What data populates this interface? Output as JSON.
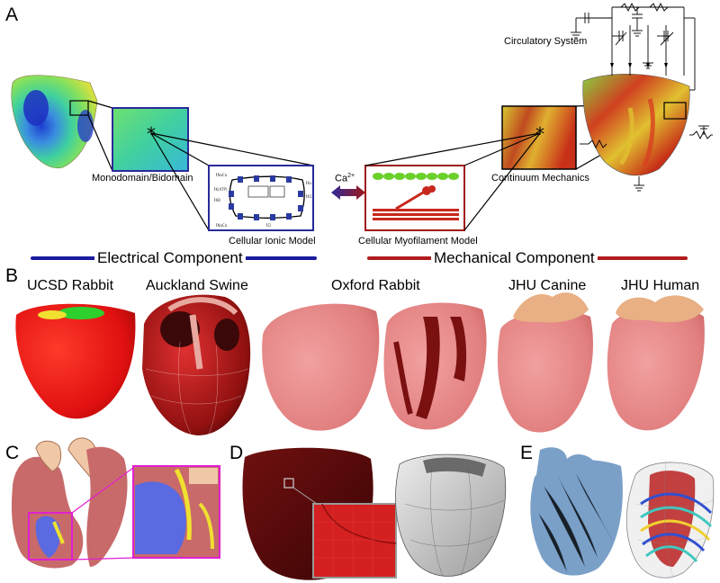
{
  "panels": {
    "a": "A",
    "b": "B",
    "c": "C",
    "d": "D",
    "e": "E"
  },
  "panel_a": {
    "monodomain_label": "Monodomain/Bidomain",
    "ionic_label": "Cellular Ionic Model",
    "calcium_label": "Ca",
    "calcium_superscript": "2+",
    "myofilament_label": "Cellular Myofilament Model",
    "continuum_label": "Continuum Mechanics",
    "circulatory_label": "Circulatory System",
    "electrical_component": "Electrical Component",
    "mechanical_component": "Mechanical Component",
    "colors": {
      "electrical": "#1b1ba0",
      "mechanical": "#b01c1c"
    }
  },
  "panel_b": {
    "models": [
      {
        "name": "UCSD Rabbit"
      },
      {
        "name": "Auckland Swine"
      },
      {
        "name": "Oxford Rabbit"
      },
      {
        "name": "JHU Canine"
      },
      {
        "name": "JHU Human"
      }
    ]
  }
}
